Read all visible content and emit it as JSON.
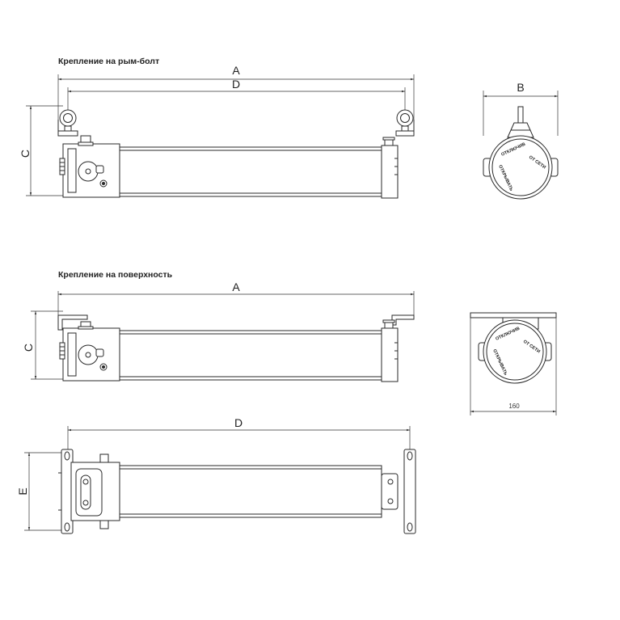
{
  "sections": {
    "eyebolt_title": "Крепление на рым-болт",
    "surface_title": "Крепление на поверхность"
  },
  "dimensions": {
    "a": "A",
    "d": "D",
    "b": "B",
    "c": "C",
    "e": "E",
    "width_160": "160"
  },
  "cover_marking": {
    "line1": "ОТКЛЮЧИВ",
    "line2": "ОТ СЕТИ",
    "line3": "ОТКРЫВАТЬ"
  }
}
